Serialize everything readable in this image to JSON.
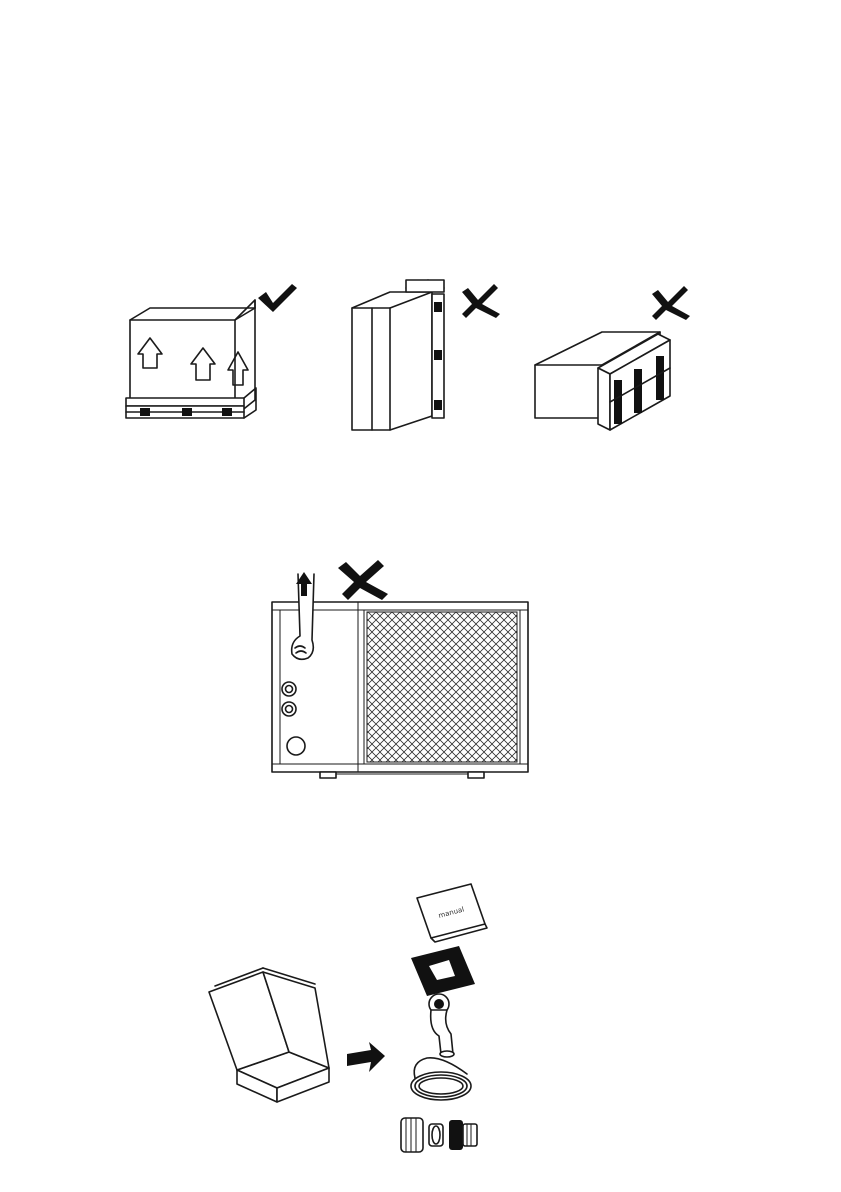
{
  "page": {
    "background": "#ffffff",
    "ink": "#111111"
  },
  "transport_orientation": {
    "upright_on_pallet": {
      "status": "correct",
      "icon": "checkmark-icon"
    },
    "standing_on_end": {
      "status": "incorrect",
      "icon": "cross-icon"
    },
    "lying_on_side": {
      "status": "incorrect",
      "icon": "cross-icon"
    }
  },
  "lifting_warning": {
    "status": "incorrect",
    "icon": "cross-icon",
    "note_icon": "hand-lifting-icon"
  },
  "accessories": {
    "box_icon": "open-box-icon",
    "arrow_icon": "arrow-right-icon",
    "items": [
      {
        "icon": "manual-icon",
        "label": "manual"
      },
      {
        "icon": "rubber-pad-icon"
      },
      {
        "icon": "drain-elbow-icon"
      },
      {
        "icon": "drain-hose-icon"
      },
      {
        "icon": "pipe-connectors-icon"
      }
    ]
  }
}
